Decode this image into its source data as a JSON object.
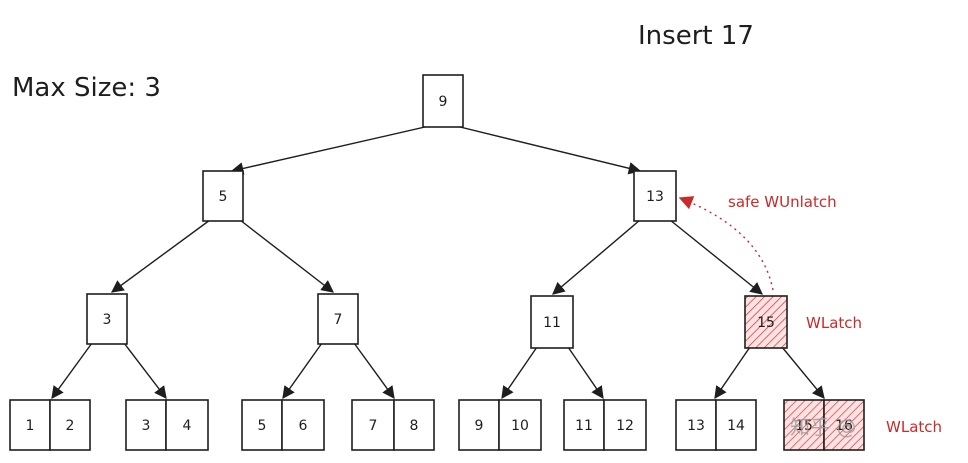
{
  "header": {
    "title": "Insert 17",
    "max_size": "Max Size: 3"
  },
  "tree": {
    "root": "9",
    "level1": [
      "5",
      "13"
    ],
    "level2": [
      "3",
      "7",
      "11",
      "15"
    ],
    "leaves": [
      [
        "1",
        "2"
      ],
      [
        "3",
        "4"
      ],
      [
        "5",
        "6"
      ],
      [
        "7",
        "8"
      ],
      [
        "9",
        "10"
      ],
      [
        "11",
        "12"
      ],
      [
        "13",
        "14"
      ],
      [
        "15",
        "16"
      ]
    ]
  },
  "annotations": {
    "safe_unlatch": "safe WUnlatch",
    "wlatch_internal": "WLatch",
    "wlatch_leaf": "WLatch"
  },
  "colors": {
    "latch": "#c92a2a",
    "ink": "#1e1e1e"
  },
  "watermark": "知乎 @"
}
